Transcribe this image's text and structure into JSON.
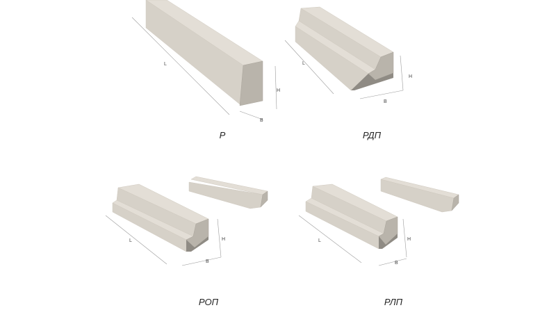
{
  "figures": [
    {
      "caption": "Р",
      "dim_length": "L",
      "dim_width": "В",
      "dim_height": "Н"
    },
    {
      "caption": "РДП",
      "dim_length": "L",
      "dim_width": "В",
      "dim_height": "Н"
    },
    {
      "caption": "РОП",
      "dim_length": "L",
      "dim_width": "В",
      "dim_height": "Н"
    },
    {
      "caption": "РЛП",
      "dim_length": "L",
      "dim_width": "В",
      "dim_height": "Н"
    }
  ]
}
